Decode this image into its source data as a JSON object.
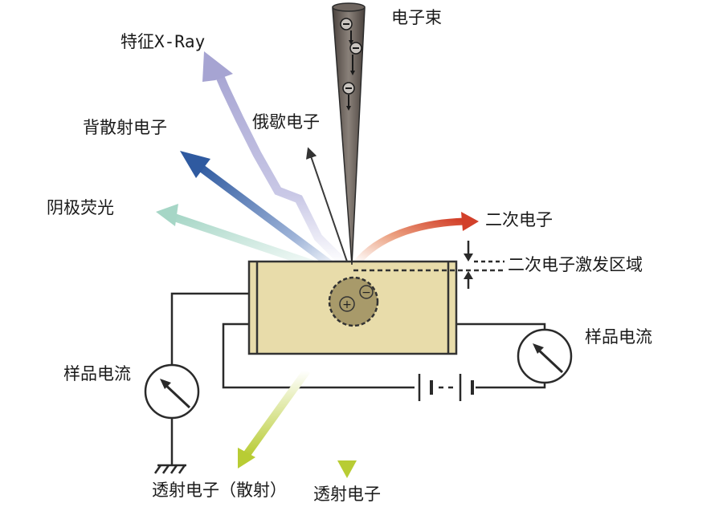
{
  "labels": {
    "beam": "电子束",
    "xray": "特征X-Ray",
    "auger": "俄歇电子",
    "backscatter": "背散射电子",
    "cathodo": "阴极荧光",
    "secondary": "二次电子",
    "excitation_region": "二次电子激发区域",
    "current_right": "样品电流",
    "current_left": "样品电流",
    "transmitted_scatter": "透射电子（散射）",
    "transmitted": "透射电子"
  },
  "colors": {
    "sample_fill": "#e8dcaa",
    "sample_edge": "#333333",
    "interaction_volume": "#a89a6a",
    "beam": "#6b625c",
    "xray": "#b0aed6",
    "backscatter": "#3b64a8",
    "cathodo": "#a9d5c8",
    "secondary": "#d24a2e",
    "auger": "#3a3a3a",
    "transmitted": "#b9cc3a"
  },
  "symbols": {
    "electron": "−",
    "hole": "+"
  }
}
